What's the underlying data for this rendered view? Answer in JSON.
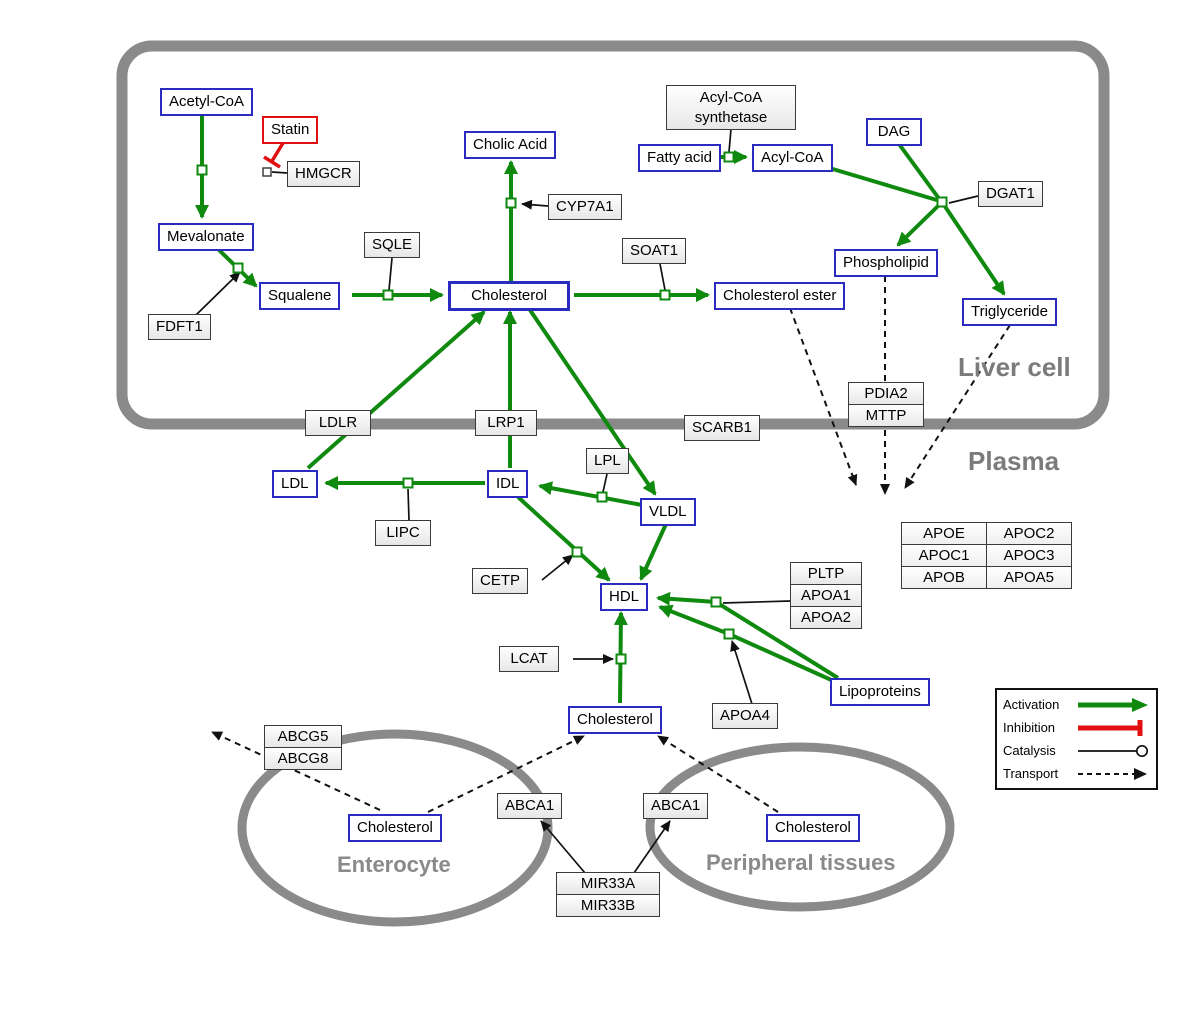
{
  "regions": {
    "liver": "Liver cell",
    "plasma": "Plasma",
    "enterocyte": "Enterocyte",
    "peripheral": "Peripheral tissues"
  },
  "nodes": {
    "acetyl_coa": "Acetyl-CoA",
    "statin": "Statin",
    "hmgcr": "HMGCR",
    "mevalonate": "Mevalonate",
    "fdft1": "FDFT1",
    "squalene": "Squalene",
    "sqle": "SQLE",
    "cholesterol_liver": "Cholesterol",
    "cholic_acid": "Cholic Acid",
    "cyp7a1": "CYP7A1",
    "soat1": "SOAT1",
    "cholesterol_ester": "Cholesterol ester",
    "fatty_acid": "Fatty acid",
    "acyl_coa_synthetase": "Acyl-CoA synthetase",
    "acyl_coa": "Acyl-CoA",
    "dag": "DAG",
    "dgat1": "DGAT1",
    "phospholipid": "Phospholipid",
    "triglyceride": "Triglyceride",
    "pdia2": "PDIA2",
    "mttp": "MTTP",
    "ldlr": "LDLR",
    "lrp1": "LRP1",
    "scarb1": "SCARB1",
    "ldl": "LDL",
    "idl": "IDL",
    "lpl": "LPL",
    "vldl": "VLDL",
    "lipc": "LIPC",
    "cetp": "CETP",
    "hdl": "HDL",
    "apoe": "APOE",
    "apoc2": "APOC2",
    "apoc1": "APOC1",
    "apoc3": "APOC3",
    "apob": "APOB",
    "apoa5": "APOA5",
    "pltp": "PLTP",
    "apoa1": "APOA1",
    "apoa2": "APOA2",
    "apoa4": "APOA4",
    "lipoproteins": "Lipoproteins",
    "lcat": "LCAT",
    "cholesterol_plasma": "Cholesterol",
    "abcg5": "ABCG5",
    "abcg8": "ABCG8",
    "cholesterol_enterocyte": "Cholesterol",
    "abca1_left": "ABCA1",
    "abca1_right": "ABCA1",
    "cholesterol_peripheral": "Cholesterol",
    "mir33a": "MIR33A",
    "mir33b": "MIR33B"
  },
  "legend": {
    "activation": "Activation",
    "inhibition": "Inhibition",
    "catalysis": "Catalysis",
    "transport": "Transport"
  },
  "colors": {
    "activation_green": "#0f8a0f",
    "inhibition_red": "#e01010",
    "metabolite_border_blue": "#2b2bc0",
    "membrane_gray": "#8a8a8a"
  }
}
